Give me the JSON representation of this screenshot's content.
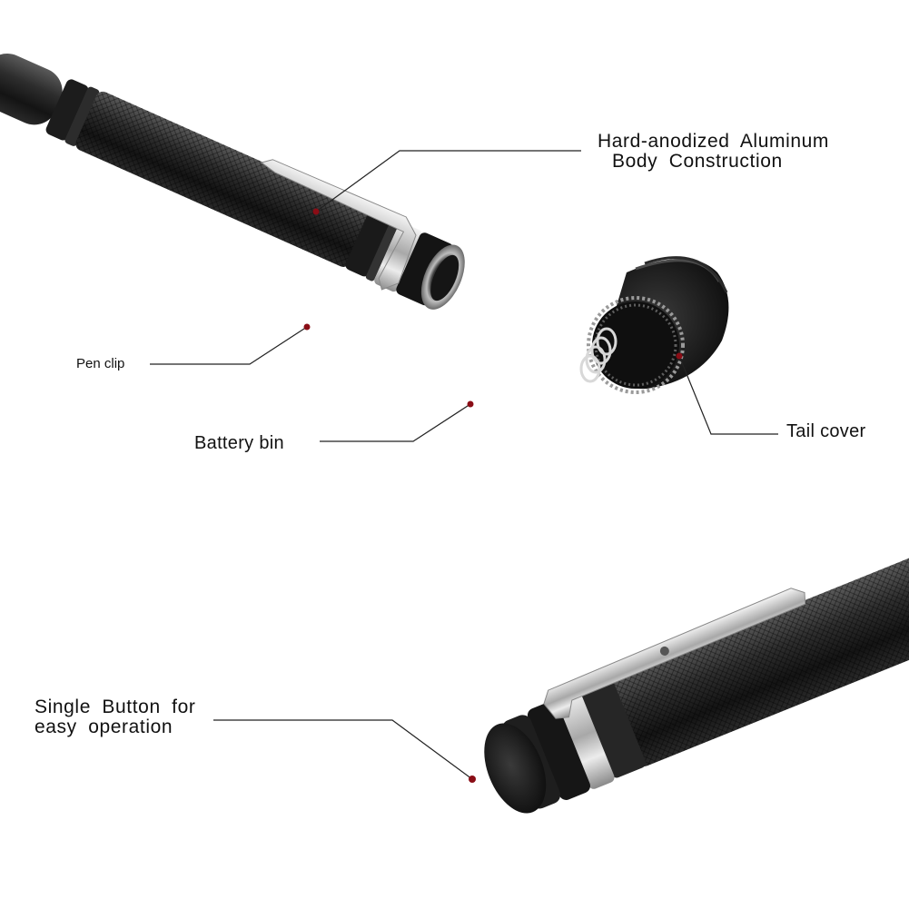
{
  "palette": {
    "background": "#ffffff",
    "body_dark": "#1a1a1a",
    "body_mid": "#3a3a3a",
    "metal": "#c9c9c9",
    "leader_line": "#222222",
    "dot": "#8a0d16",
    "text": "#111111"
  },
  "labels": {
    "aluminum": {
      "line1": "Hard-anodized Aluminum",
      "line2": "Body Construction"
    },
    "pen_clip": "Pen clip",
    "battery_bin": "Battery bin",
    "tail_cover": "Tail cover",
    "single_button": {
      "line1": "Single Button for",
      "line2": "easy operation"
    }
  }
}
